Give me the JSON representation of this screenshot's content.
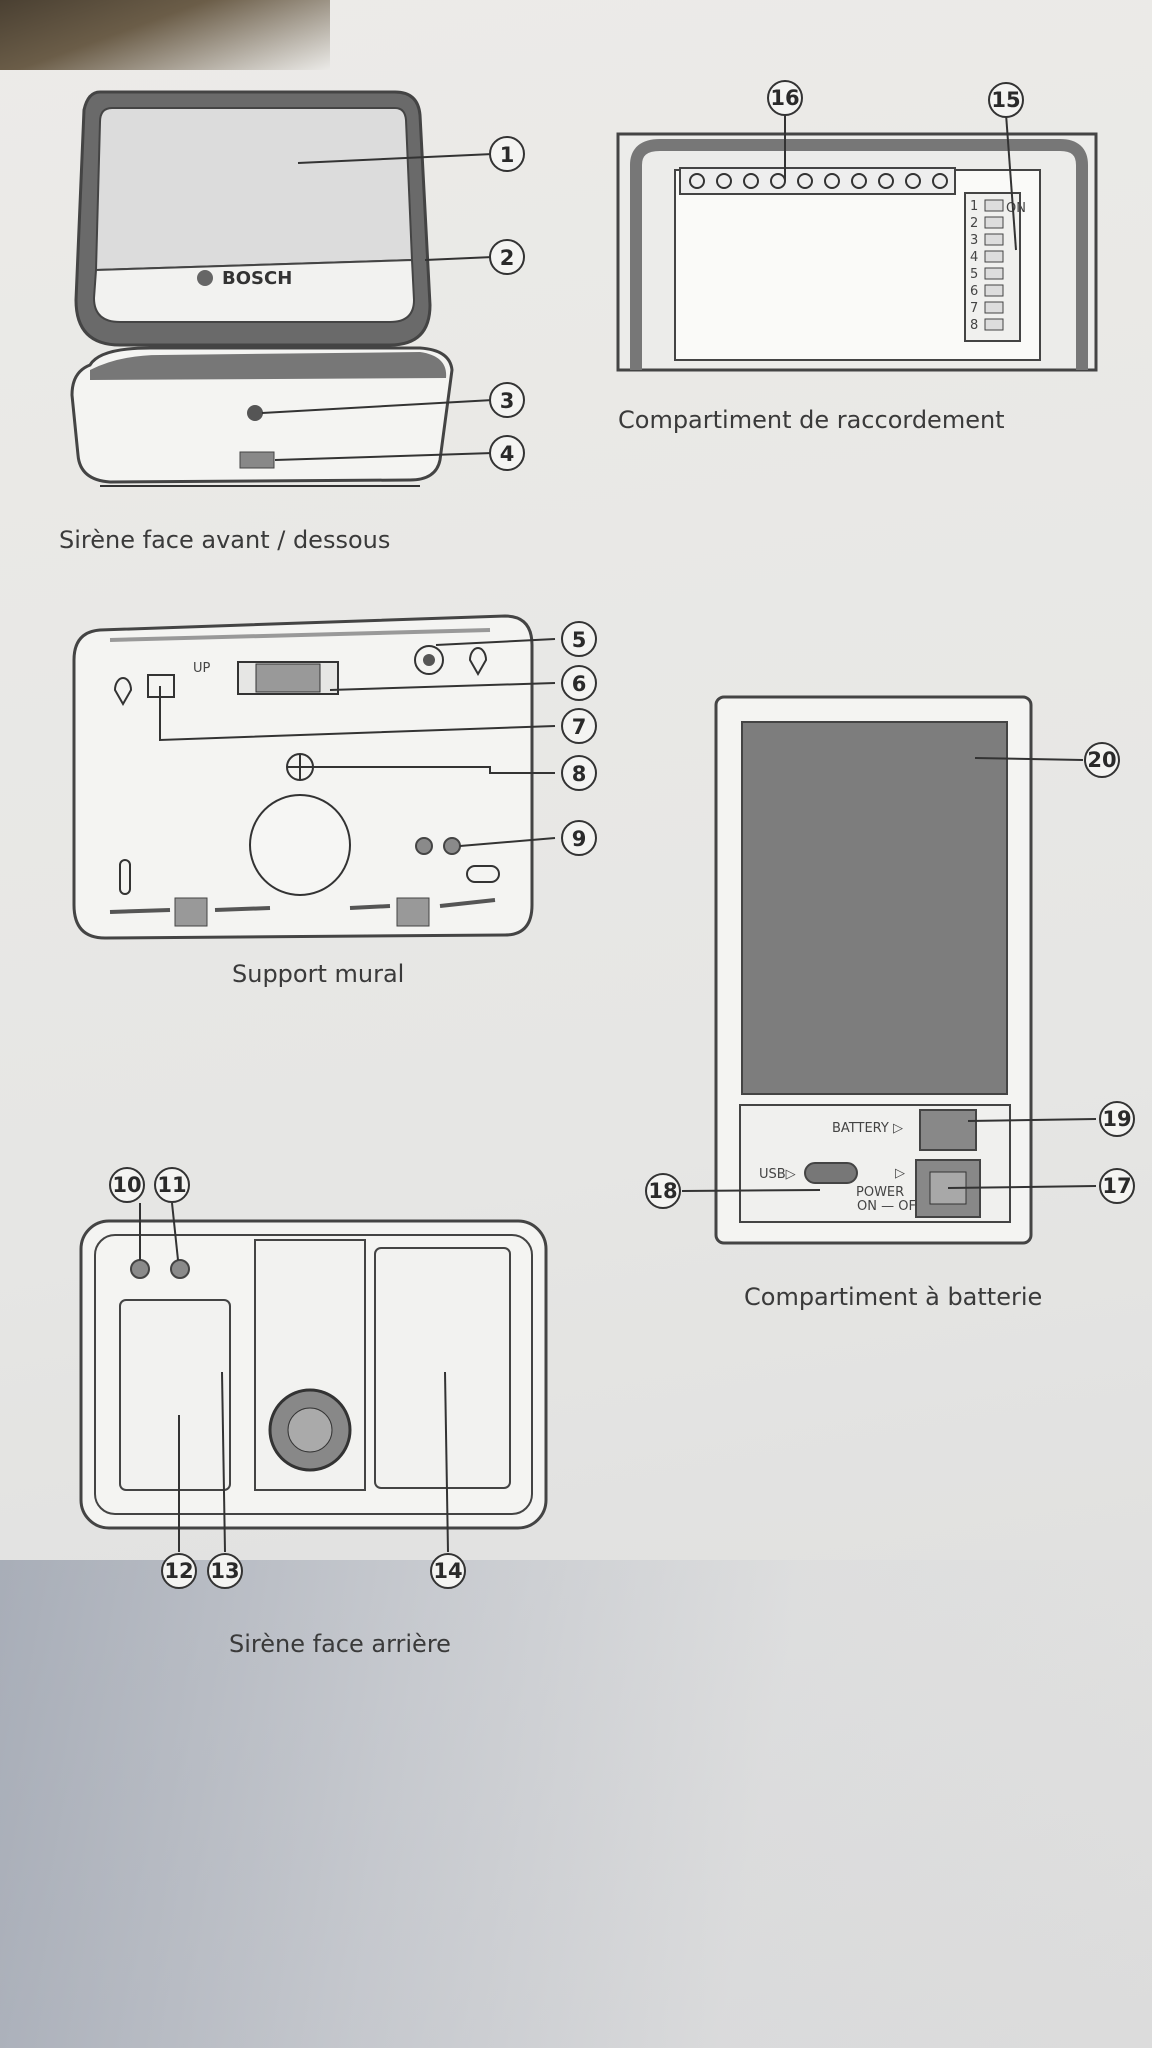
{
  "captions": {
    "front": "Sirène face avant / dessous",
    "connection": "Compartiment de raccordement",
    "wall": "Support mural",
    "battery": "Compartiment à batterie",
    "rear": "Sirène face arrière"
  },
  "callouts": [
    "1",
    "2",
    "3",
    "4",
    "5",
    "6",
    "7",
    "8",
    "9",
    "10",
    "11",
    "12",
    "13",
    "14",
    "15",
    "16",
    "17",
    "18",
    "19",
    "20"
  ],
  "labels": {
    "brand": "BOSCH",
    "up": "UP",
    "battery": "BATTERY ▷",
    "usb": "USB▷",
    "power_arrow": "▷",
    "power": "POWER",
    "on_off": "ON — OFF",
    "dip_on": "ON",
    "dip": [
      "1",
      "2",
      "3",
      "4",
      "5",
      "6",
      "7",
      "8"
    ]
  }
}
